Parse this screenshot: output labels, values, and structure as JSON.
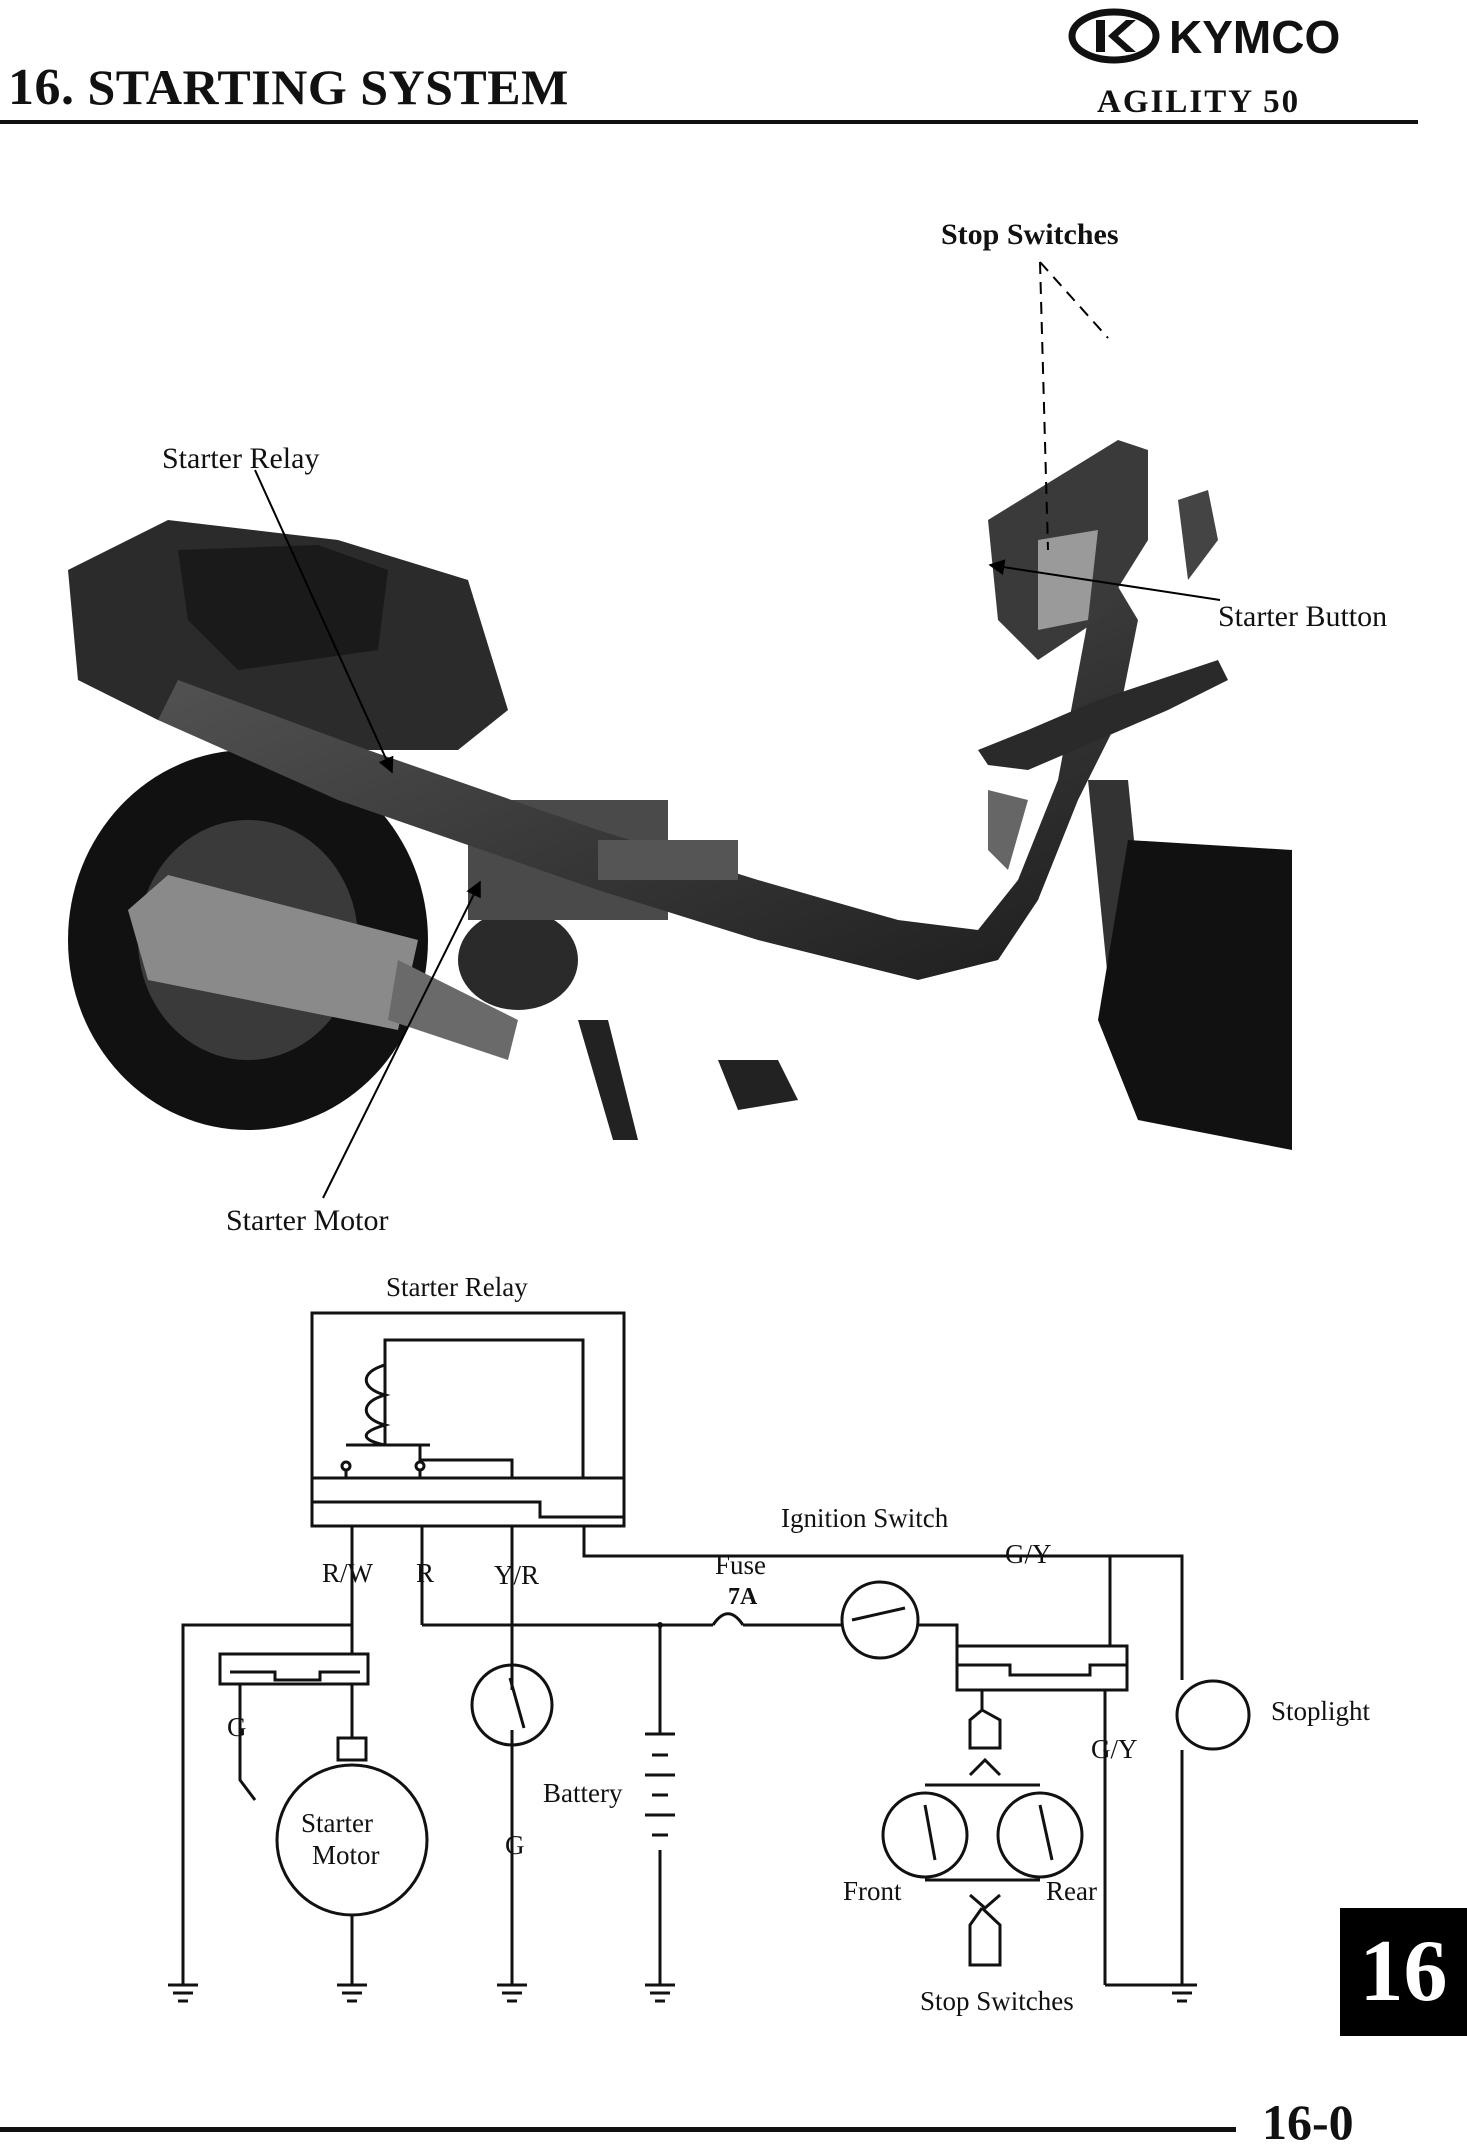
{
  "header": {
    "chapter_number": "16.",
    "title": "STARTING SYSTEM",
    "brand": "KYMCO",
    "model": "AGILITY 50"
  },
  "photo": {
    "labels": {
      "stop_switches": "Stop Switches",
      "starter_relay": "Starter Relay",
      "starter_button": "Starter Button",
      "starter_motor": "Starter Motor"
    }
  },
  "diagram": {
    "relay": "Starter Relay",
    "ignition_switch": "Ignition Switch",
    "fuse": "Fuse",
    "fuse_rating": "7A",
    "battery": "Battery",
    "stoplight": "Stoplight",
    "starter_motor_line1": "Starter",
    "starter_motor_line2": "Motor",
    "front": "Front",
    "rear": "Rear",
    "stop_switches": "Stop Switches",
    "wires": {
      "rw": "R/W",
      "r": "R",
      "yr": "Y/R",
      "g_left": "G",
      "g_mid": "G",
      "gy_top": "G/Y",
      "gy_side": "G/Y"
    }
  },
  "chapter_tab": "16",
  "page_number": "16-0"
}
